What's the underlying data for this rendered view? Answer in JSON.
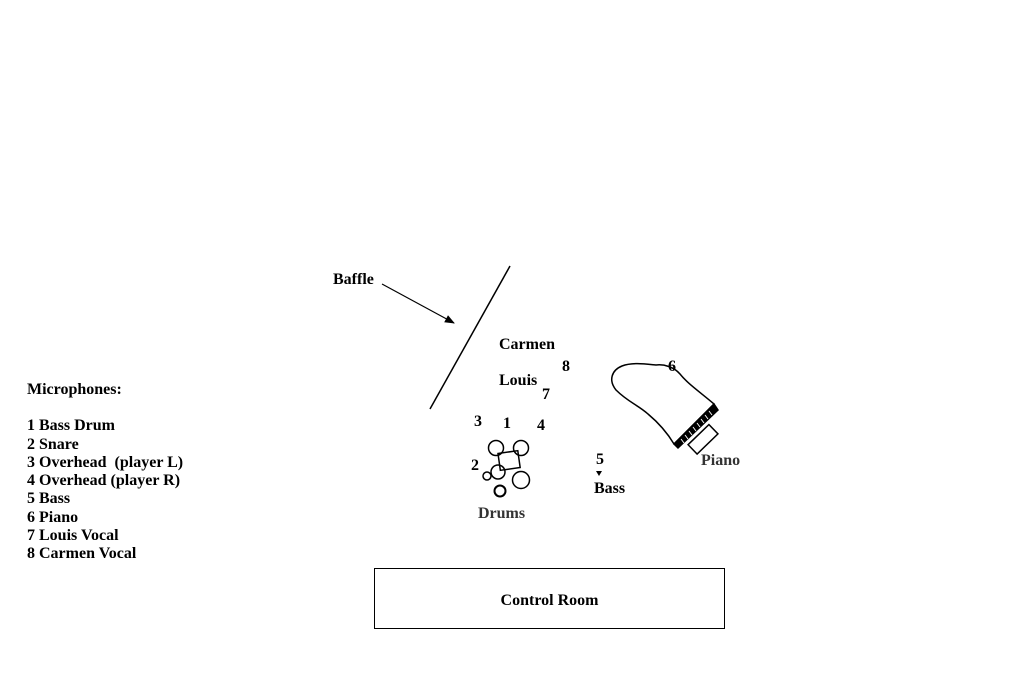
{
  "legend": {
    "title": "Microphones:",
    "items": [
      "1 Bass Drum",
      "2 Snare",
      "3 Overhead  (player L)",
      "4 Overhead (player R)",
      "5 Bass",
      "6 Piano",
      "7 Louis Vocal",
      "8 Carmen Vocal"
    ]
  },
  "labels": {
    "baffle": "Baffle",
    "carmen": "Carmen",
    "louis": "Louis",
    "drums": "Drums",
    "bass": "Bass",
    "piano": "Piano",
    "control_room": "Control Room"
  },
  "mic_numbers": {
    "bass_drum": "1",
    "snare": "2",
    "overhead_l": "3",
    "overhead_r": "4",
    "bass": "5",
    "piano": "6",
    "louis_vocal": "7",
    "carmen_vocal": "8"
  }
}
